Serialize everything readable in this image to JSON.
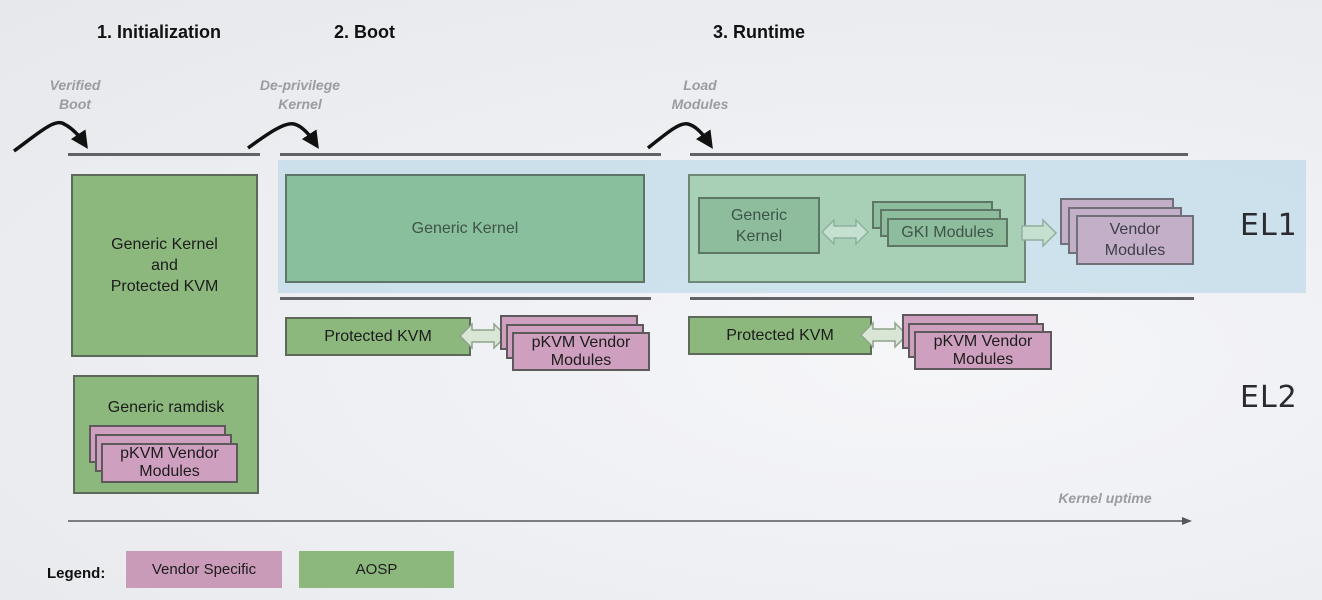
{
  "phases": [
    {
      "title": "1. Initialization"
    },
    {
      "title": "2. Boot"
    },
    {
      "title": "3. Runtime"
    }
  ],
  "transitions": [
    {
      "line1": "Verified",
      "line2": "Boot"
    },
    {
      "line1": "De-privilege",
      "line2": "Kernel"
    },
    {
      "line1": "Load",
      "line2": "Modules"
    }
  ],
  "levels": {
    "el1": "EL1",
    "el2": "EL2"
  },
  "initialization": {
    "kernel_box": {
      "line1": "Generic Kernel",
      "line2": "and",
      "line3": "Protected KVM"
    },
    "ramdisk_box": {
      "title": "Generic ramdisk",
      "modules_line1": "pKVM Vendor",
      "modules_line2": "Modules"
    }
  },
  "boot": {
    "el1_box": "Generic Kernel",
    "el2_box": "Protected KVM",
    "el2_modules": {
      "line1": "pKVM Vendor",
      "line2": "Modules"
    }
  },
  "runtime": {
    "generic_kernel": {
      "line1": "Generic",
      "line2": "Kernel"
    },
    "gki_modules": "GKI Modules",
    "vendor_modules": {
      "line1": "Vendor",
      "line2": "Modules"
    },
    "el2_box": "Protected KVM",
    "el2_modules": {
      "line1": "pKVM Vendor",
      "line2": "Modules"
    }
  },
  "timeline": {
    "label": "Kernel uptime"
  },
  "legend": {
    "label": "Legend:",
    "items": [
      {
        "label": "Vendor Specific",
        "color": "#c99bb9"
      },
      {
        "label": "AOSP",
        "color": "#8cb87e"
      }
    ]
  },
  "colors": {
    "aosp_green": "#8cb87e",
    "vendor_pink": "#cf9fbf",
    "el1_band": "#cfe2ea"
  }
}
